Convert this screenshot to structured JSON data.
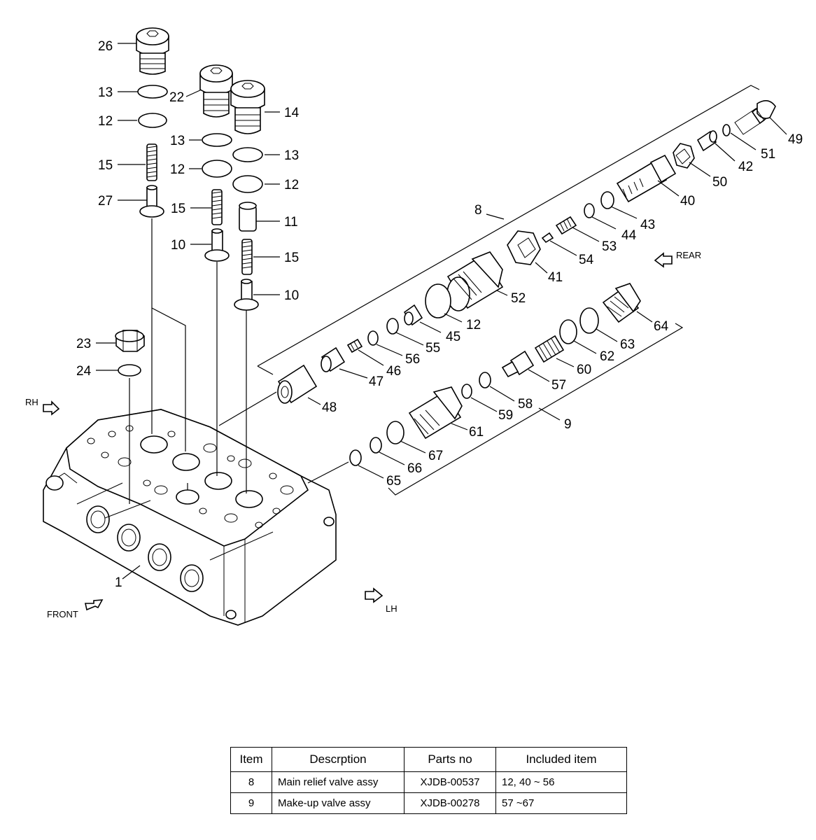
{
  "diagram": {
    "callouts": [
      {
        "id": "c26",
        "label": "26"
      },
      {
        "id": "c13a",
        "label": "13"
      },
      {
        "id": "c12a",
        "label": "12"
      },
      {
        "id": "c22",
        "label": "22"
      },
      {
        "id": "c14",
        "label": "14"
      },
      {
        "id": "c13b",
        "label": "13"
      },
      {
        "id": "c13c",
        "label": "13"
      },
      {
        "id": "c12b",
        "label": "12"
      },
      {
        "id": "c12c",
        "label": "12"
      },
      {
        "id": "c15a",
        "label": "15"
      },
      {
        "id": "c15b",
        "label": "15"
      },
      {
        "id": "c15c",
        "label": "15"
      },
      {
        "id": "c27",
        "label": "27"
      },
      {
        "id": "c11",
        "label": "11"
      },
      {
        "id": "c10a",
        "label": "10"
      },
      {
        "id": "c10b",
        "label": "10"
      },
      {
        "id": "c23",
        "label": "23"
      },
      {
        "id": "c24",
        "label": "24"
      },
      {
        "id": "c1",
        "label": "1"
      },
      {
        "id": "c8",
        "label": "8"
      },
      {
        "id": "c9",
        "label": "9"
      },
      {
        "id": "c49",
        "label": "49"
      },
      {
        "id": "c51",
        "label": "51"
      },
      {
        "id": "c42",
        "label": "42"
      },
      {
        "id": "c50",
        "label": "50"
      },
      {
        "id": "c40",
        "label": "40"
      },
      {
        "id": "c43",
        "label": "43"
      },
      {
        "id": "c44",
        "label": "44"
      },
      {
        "id": "c53",
        "label": "53"
      },
      {
        "id": "c54",
        "label": "54"
      },
      {
        "id": "c41",
        "label": "41"
      },
      {
        "id": "c52",
        "label": "52"
      },
      {
        "id": "c12d",
        "label": "12"
      },
      {
        "id": "c45",
        "label": "45"
      },
      {
        "id": "c55",
        "label": "55"
      },
      {
        "id": "c56",
        "label": "56"
      },
      {
        "id": "c46",
        "label": "46"
      },
      {
        "id": "c47",
        "label": "47"
      },
      {
        "id": "c48",
        "label": "48"
      },
      {
        "id": "c64",
        "label": "64"
      },
      {
        "id": "c63",
        "label": "63"
      },
      {
        "id": "c62",
        "label": "62"
      },
      {
        "id": "c60",
        "label": "60"
      },
      {
        "id": "c57",
        "label": "57"
      },
      {
        "id": "c58",
        "label": "58"
      },
      {
        "id": "c59",
        "label": "59"
      },
      {
        "id": "c61",
        "label": "61"
      },
      {
        "id": "c67",
        "label": "67"
      },
      {
        "id": "c66",
        "label": "66"
      },
      {
        "id": "c65",
        "label": "65"
      }
    ],
    "directions": {
      "rh": "RH",
      "rear": "REAR",
      "front": "FRONT",
      "lh": "LH"
    }
  },
  "parts_table": {
    "headers": [
      "Item",
      "Descrption",
      "Parts no",
      "Included item"
    ],
    "rows": [
      [
        "8",
        "Main relief valve assy",
        "XJDB-00537",
        "12, 40 ~ 56"
      ],
      [
        "9",
        "Make-up valve assy",
        "XJDB-00278",
        "57 ~67"
      ]
    ]
  }
}
